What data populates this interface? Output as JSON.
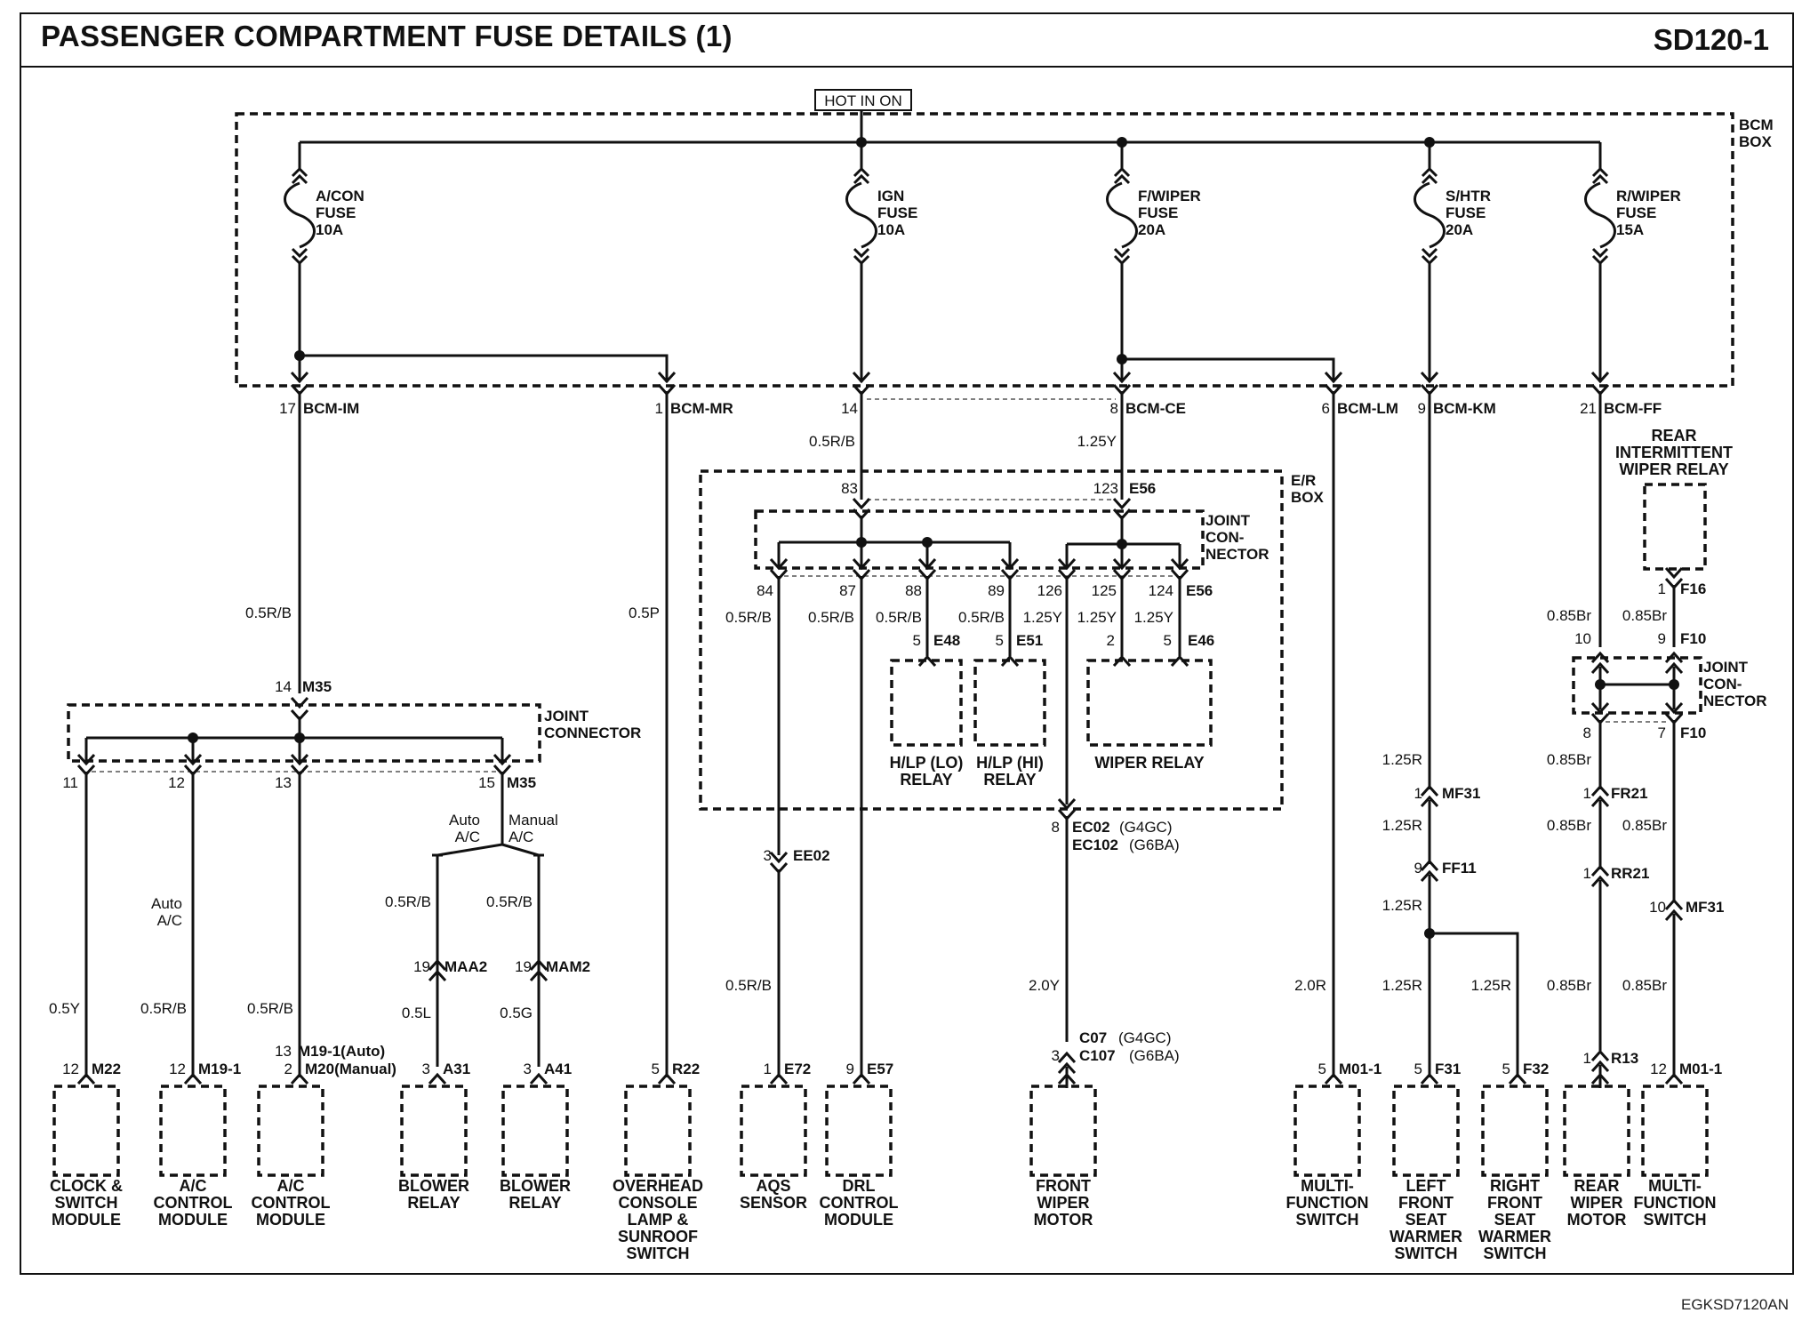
{
  "header": {
    "title": "PASSENGER COMPARTMENT FUSE DETAILS (1)",
    "code": "SD120-1"
  },
  "footer": {
    "code": "EGKSD7120AN"
  },
  "labels": {
    "hot_in_on": "HOT IN ON",
    "bcm_box": [
      "BCM",
      "BOX"
    ],
    "er_box": [
      "E/R",
      "BOX"
    ],
    "joint_connector_left": [
      "JOINT",
      "CONNECTOR"
    ],
    "joint_connector_er": [
      "JOINT",
      "CON-",
      "NECTOR"
    ],
    "joint_connector_right": [
      "JOINT",
      "CON-",
      "NECTOR"
    ],
    "rear_relay": [
      "REAR",
      "INTERMITTENT",
      "WIPER RELAY"
    ],
    "auto_ac_branch": [
      "Auto",
      "A/C"
    ],
    "manual_ac_branch": [
      "Manual",
      "A/C"
    ],
    "auto_ac_wire": [
      "Auto",
      "A/C"
    ]
  },
  "fuses": [
    {
      "name": "A/CON",
      "rating": "10A"
    },
    {
      "name": "IGN",
      "rating": "10A"
    },
    {
      "name": "F/WIPER",
      "rating": "20A"
    },
    {
      "name": "S/HTR",
      "rating": "20A"
    },
    {
      "name": "R/WIPER",
      "rating": "15A"
    }
  ],
  "fuse_word": "FUSE",
  "bcm_pins": [
    {
      "pin": "17",
      "conn": "BCM-IM"
    },
    {
      "pin": "1",
      "conn": "BCM-MR"
    },
    {
      "pin": "14",
      "conn": ""
    },
    {
      "pin": "8",
      "conn": "BCM-CE"
    },
    {
      "pin": "6",
      "conn": "BCM-LM"
    },
    {
      "pin": "9",
      "conn": "BCM-KM"
    },
    {
      "pin": "21",
      "conn": "BCM-FF"
    }
  ],
  "texts": {
    "g_14": "0.5R/B",
    "g_8": "1.25Y",
    "p83": "83",
    "p123": "123",
    "e56": "E56",
    "p84": "84",
    "p87": "87",
    "p88": "88",
    "p89": "89",
    "p126": "126",
    "p125": "125",
    "p124": "124",
    "e56b": "E56",
    "gw1": "0.5R/B",
    "gw2": "0.5R/B",
    "gw3": "0.5R/B",
    "gw4": "0.5R/B",
    "gw5": "1.25Y",
    "gw6": "1.25Y",
    "gw7": "1.25Y",
    "e48p": "5",
    "e48": "E48",
    "e51p": "5",
    "e51": "E51",
    "e46p2": "2",
    "e46p5": "5",
    "e46": "E46",
    "g_left": "0.5R/B",
    "g_mr": "0.5P",
    "m35p14": "14",
    "m35": "M35",
    "m35p15": "15",
    "m35b": "M35",
    "jp11": "11",
    "jp12": "12",
    "jp13": "13",
    "g_maa2a": "0.5R/B",
    "g_mam2a": "0.5R/B",
    "maa2p": "19",
    "maa2": "MAA2",
    "mam2p": "19",
    "mam2": "MAM2",
    "g_05y": "0.5Y",
    "g_m191": "0.5R/B",
    "g_m20": "0.5R/B",
    "g_05l": "0.5L",
    "g_05g": "0.5G",
    "m22p": "12",
    "m22": "M22",
    "m191p": "12",
    "m191": "M19-1",
    "m20p13": "13",
    "m20a": "M19-1(Auto)",
    "m20p2": "2",
    "m20b": "M20(Manual)",
    "a31p": "3",
    "a31": "A31",
    "a41p": "3",
    "a41": "A41",
    "r22p": "5",
    "r22": "R22",
    "ee02p": "3",
    "ee02": "EE02",
    "g_aqs": "0.5R/B",
    "e72p": "1",
    "e72": "E72",
    "e57p": "9",
    "e57": "E57",
    "ec02p": "8",
    "ec02": "EC02",
    "ec02s": "(G4GC)",
    "ec102": "EC102",
    "ec102s": "(G6BA)",
    "g_2y": "2.0Y",
    "c07p": "3",
    "c07": "C07",
    "c07s": "(G4GC)",
    "c107": "C107",
    "c107s": "(G6BA)",
    "g_20r": "2.0R",
    "m011p": "5",
    "m011": "M01-1",
    "g_km1": "1.25R",
    "mf31p": "1",
    "mf31": "MF31",
    "g_km2": "1.25R",
    "ff11p": "9",
    "ff11": "FF11",
    "g_km3": "1.25R",
    "g_f31": "1.25R",
    "g_f32": "1.25R",
    "f31p": "5",
    "f31": "F31",
    "f32p": "5",
    "f32": "F32",
    "f16p": "1",
    "f16": "F16",
    "g_rr1": "0.85Br",
    "g_rr2": "0.85Br",
    "f10p10": "10",
    "f10p9": "9",
    "f10": "F10",
    "f10p8": "8",
    "f10p7": "7",
    "f10b": "F10",
    "g_rr3": "0.85Br",
    "fr21p": "1",
    "fr21": "FR21",
    "g_rr4": "0.85Br",
    "g_rr5": "0.85Br",
    "rr21p": "1",
    "rr21": "RR21",
    "mf31bp": "10",
    "mf31b": "MF31",
    "g_rr6": "0.85Br",
    "g_rr7": "0.85Br",
    "r13p": "1",
    "r13": "R13",
    "m011bp": "12",
    "m011b": "M01-1"
  },
  "components": [
    {
      "name": [
        "CLOCK &",
        "SWITCH",
        "MODULE"
      ]
    },
    {
      "name": [
        "A/C",
        "CONTROL",
        "MODULE"
      ]
    },
    {
      "name": [
        "A/C",
        "CONTROL",
        "MODULE"
      ]
    },
    {
      "name": [
        "BLOWER",
        "RELAY"
      ]
    },
    {
      "name": [
        "BLOWER",
        "RELAY"
      ]
    },
    {
      "name": [
        "OVERHEAD",
        "CONSOLE",
        "LAMP &",
        "SUNROOF",
        "SWITCH"
      ]
    },
    {
      "name": [
        "AQS",
        "SENSOR"
      ]
    },
    {
      "name": [
        "DRL",
        "CONTROL",
        "MODULE"
      ]
    },
    {
      "name": [
        "FRONT",
        "WIPER",
        "MOTOR"
      ]
    },
    {
      "name": [
        "MULTI-",
        "FUNCTION",
        "SWITCH"
      ]
    },
    {
      "name": [
        "LEFT",
        "FRONT",
        "SEAT",
        "WARMER",
        "SWITCH"
      ]
    },
    {
      "name": [
        "RIGHT",
        "FRONT",
        "SEAT",
        "WARMER",
        "SWITCH"
      ]
    },
    {
      "name": [
        "REAR",
        "WIPER",
        "MOTOR"
      ]
    },
    {
      "name": [
        "MULTI-",
        "FUNCTION",
        "SWITCH"
      ]
    }
  ],
  "relays": [
    {
      "name": [
        "H/LP (LO)",
        "RELAY"
      ]
    },
    {
      "name": [
        "H/LP (HI)",
        "RELAY"
      ]
    },
    {
      "name": [
        "WIPER RELAY"
      ]
    }
  ]
}
